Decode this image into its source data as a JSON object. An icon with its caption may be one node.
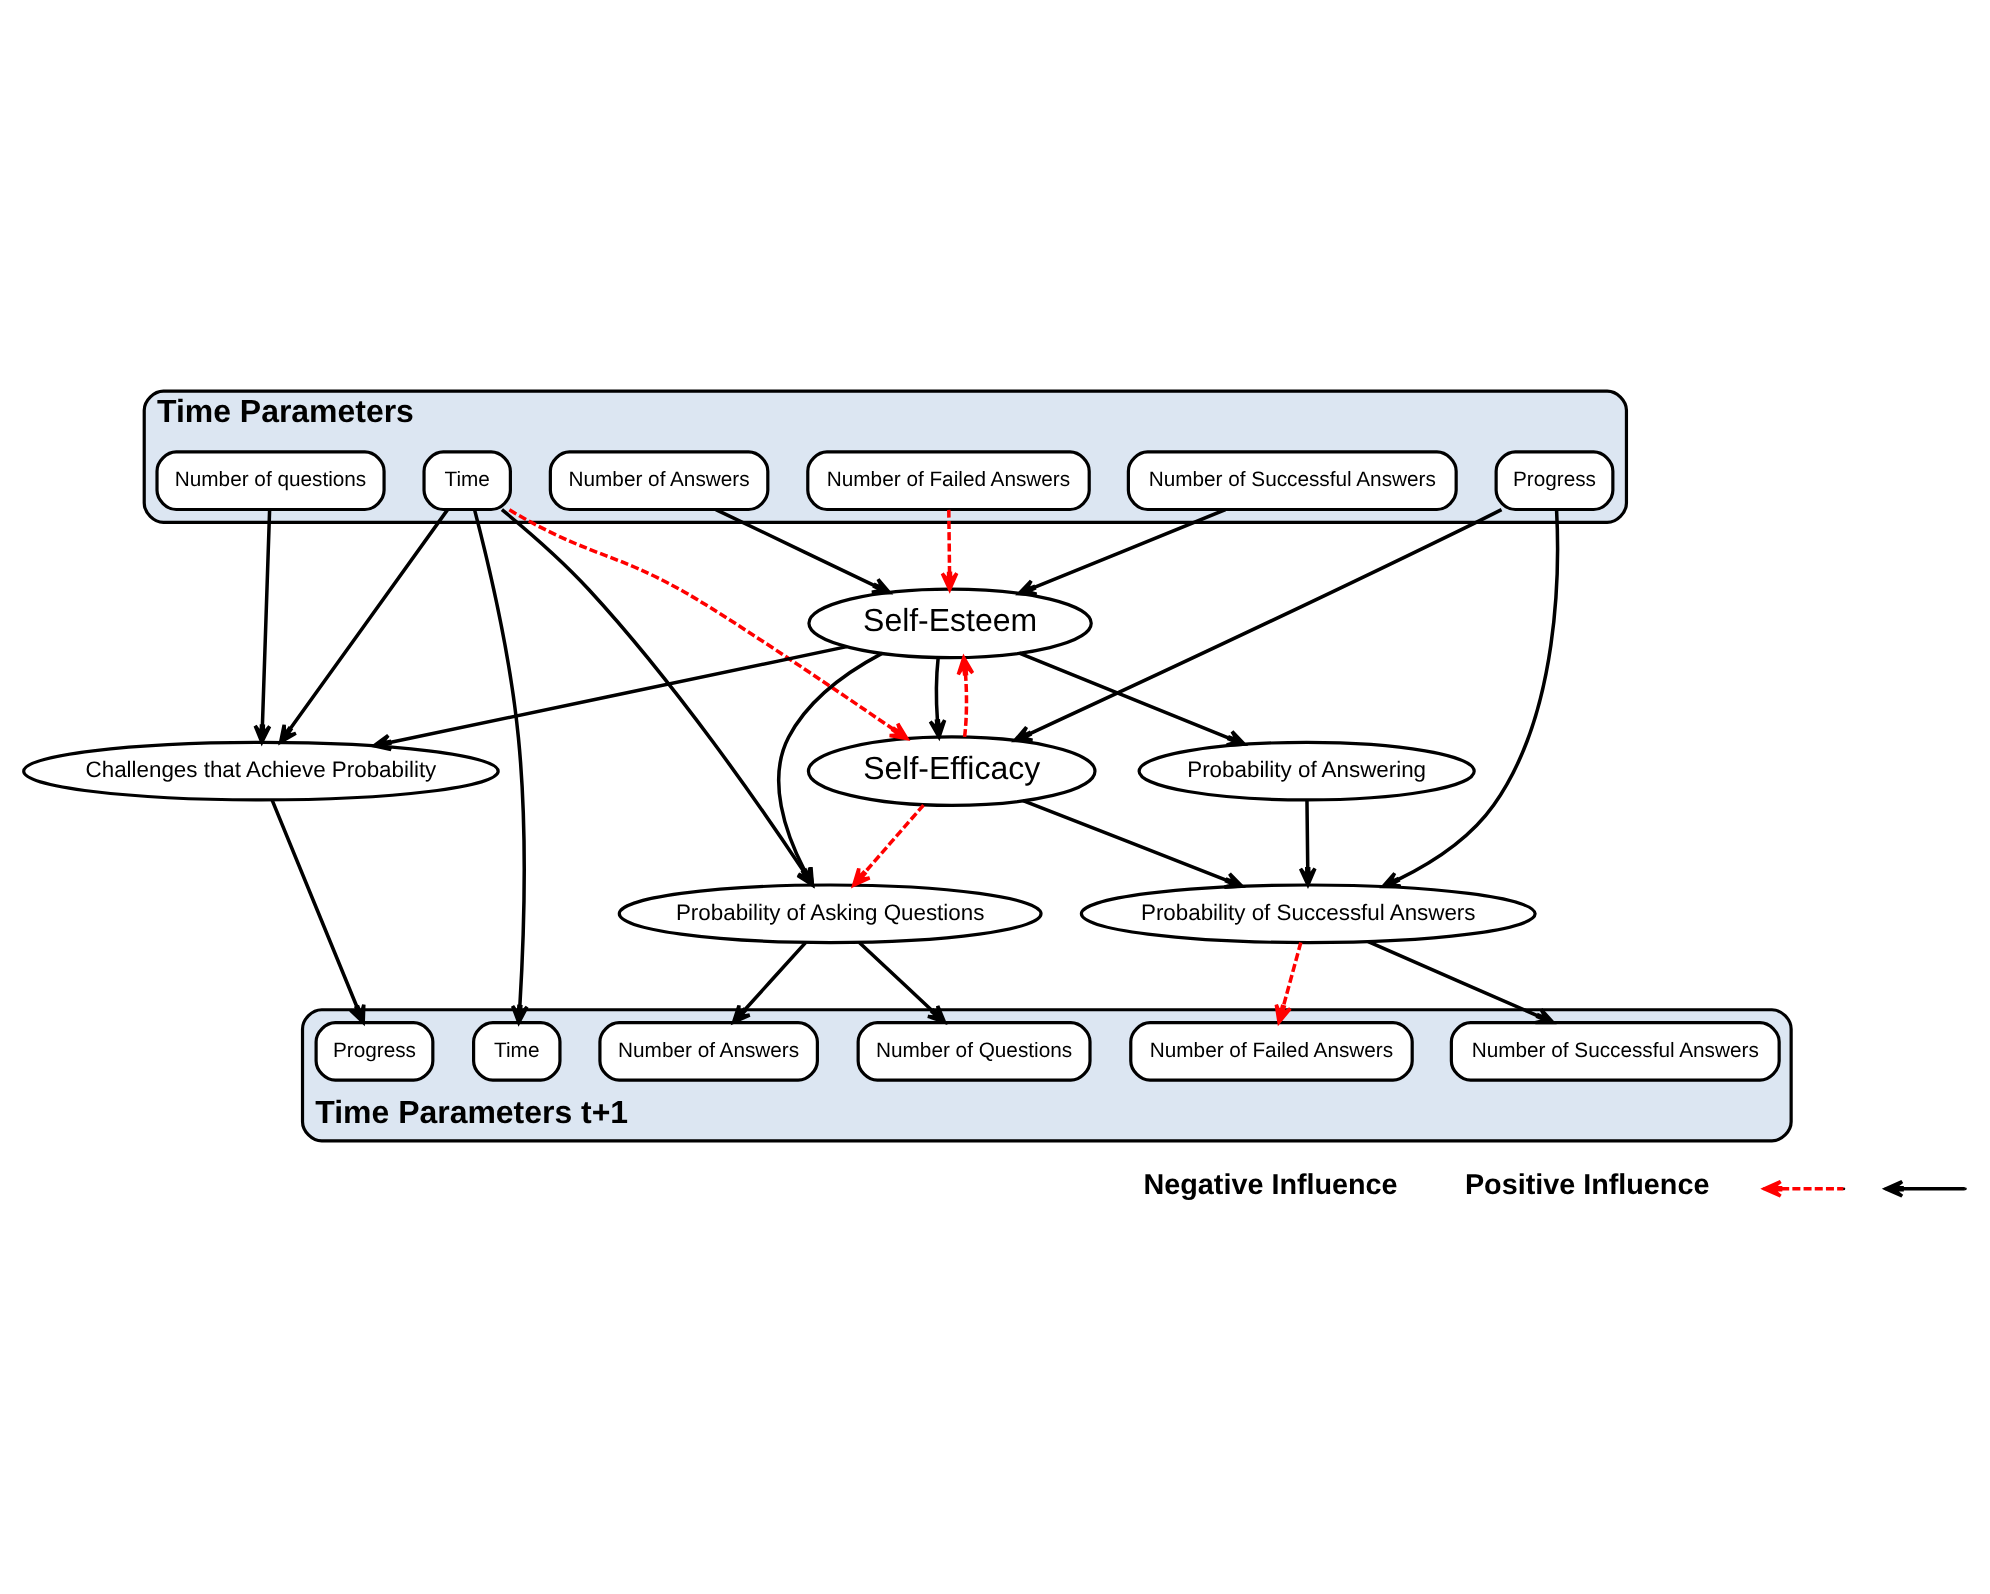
{
  "diagram": {
    "nodes": [
      {
        "text": [
          "Time Parameters"
        ]
      },
      {
        "text": [
          "Number of questions"
        ],
        "in": 0
      },
      {
        "text": [
          "Time"
        ],
        "in": 0
      },
      {
        "text": [
          "Number of Answers"
        ],
        "in": 0
      },
      {
        "text": [
          "Number of Successful Answers"
        ],
        "in": 0
      },
      {
        "text": [
          "Number of Failed Answers"
        ],
        "in": 0
      },
      {
        "text": [
          "Progress"
        ],
        "in": 0
      },
      {
        "text": [
          "Self-Esteem"
        ]
      },
      {
        "text": [
          "Probability of Answering"
        ]
      },
      {
        "text": [
          "Challenges that Achieve Probability"
        ]
      },
      {
        "text": [
          "Probability of Asking Questions"
        ]
      },
      {
        "text": [
          "Probability of Successful Answers"
        ]
      },
      {
        "text": [
          "Self-Efficacy"
        ]
      },
      {
        "text": [
          "Time Parameters t+1"
        ]
      },
      {
        "text": [
          "Progress"
        ],
        "in": 13
      },
      {
        "text": [
          "Time"
        ],
        "in": 13
      },
      {
        "text": [
          "Number of Questions"
        ],
        "in": 13
      },
      {
        "text": [
          "Number of Answers"
        ],
        "in": 13
      },
      {
        "text": [
          "Number of Successful Answers"
        ],
        "in": 13
      },
      {
        "text": [
          "Number of Failed Answers"
        ],
        "in": 13
      }
    ],
    "edges": [
      {
        "from": 1,
        "to": 9,
        "arrow": "to"
      },
      {
        "from": 2,
        "to": 9,
        "arrow": "to"
      },
      {
        "from": 2,
        "to": 15,
        "arrow": "to"
      },
      {
        "from": 2,
        "to": 10,
        "arrow": "to"
      },
      {
        "from": 2,
        "to": 12,
        "arrow": "to",
        "style": "dashed",
        "color": "#ff0000"
      },
      {
        "from": 3,
        "to": 7,
        "arrow": "to"
      },
      {
        "from": 4,
        "to": 7,
        "arrow": "to"
      },
      {
        "from": 5,
        "to": 7,
        "arrow": "to",
        "style": "dashed",
        "color": "#ff0000"
      },
      {
        "from": 6,
        "to": 12,
        "arrow": "to"
      },
      {
        "from": 6,
        "to": 11,
        "arrow": "to"
      },
      {
        "from": 7,
        "to": 9,
        "arrow": "to"
      },
      {
        "from": 7,
        "to": 10,
        "arrow": "to"
      },
      {
        "from": 7,
        "to": 8,
        "arrow": "to"
      },
      {
        "from": 7,
        "to": 12,
        "arrow": "to"
      },
      {
        "from": 12,
        "to": 7,
        "arrow": "to",
        "style": "dashed",
        "color": "#ff0000"
      },
      {
        "from": 12,
        "to": 10,
        "arrow": "to",
        "style": "dashed",
        "color": "#ff0000"
      },
      {
        "from": 12,
        "to": 11,
        "arrow": "to"
      },
      {
        "from": 8,
        "to": 11,
        "arrow": "to"
      },
      {
        "from": 9,
        "to": 14,
        "arrow": "to"
      },
      {
        "from": 10,
        "to": 16,
        "arrow": "to"
      },
      {
        "from": 10,
        "to": 17,
        "arrow": "to"
      },
      {
        "from": 11,
        "to": 18,
        "arrow": "to"
      },
      {
        "from": 11,
        "to": 19,
        "arrow": "to",
        "style": "dashed",
        "color": "#ff0000"
      }
    ],
    "legend": [
      {
        "text": "Negative Influence"
      },
      {
        "text": "Positive Influence"
      }
    ]
  }
}
